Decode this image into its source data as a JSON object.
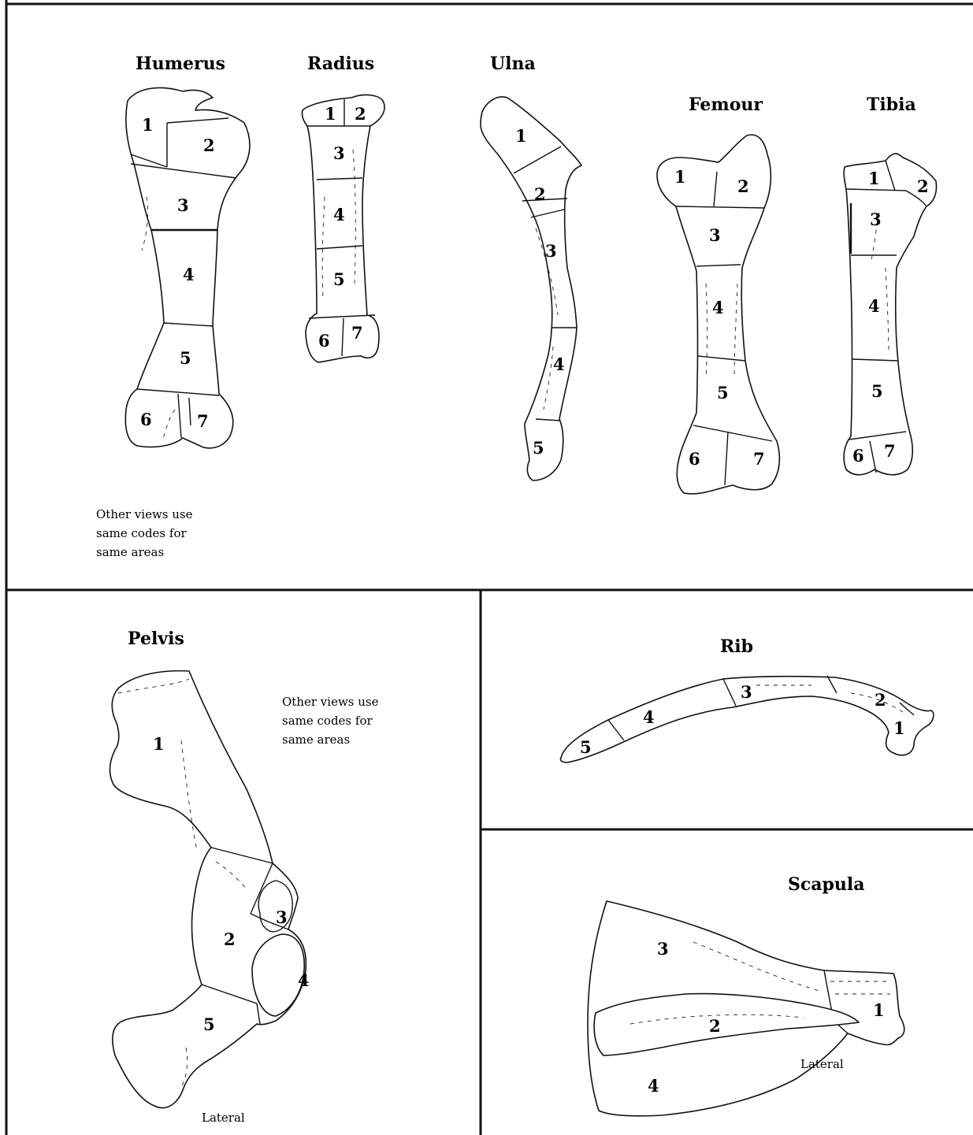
{
  "panels": {
    "long_bones": {
      "bones": [
        {
          "name": "Humerus",
          "zones": [
            "1",
            "2",
            "3",
            "4",
            "5",
            "6",
            "7"
          ]
        },
        {
          "name": "Radius",
          "zones": [
            "1",
            "2",
            "3",
            "4",
            "5",
            "6",
            "7"
          ]
        },
        {
          "name": "Ulna",
          "zones": [
            "1",
            "2",
            "3",
            "4",
            "5"
          ]
        },
        {
          "name": "Femour",
          "zones": [
            "1",
            "2",
            "3",
            "4",
            "5",
            "6",
            "7"
          ]
        },
        {
          "name": "Tibia",
          "zones": [
            "1",
            "2",
            "3",
            "4",
            "5",
            "6",
            "7"
          ]
        }
      ],
      "note": [
        "Other views use",
        "same codes for",
        "same areas"
      ]
    },
    "pelvis": {
      "title": "Pelvis",
      "zones": [
        "1",
        "2",
        "3",
        "4",
        "5"
      ],
      "note": [
        "Other views use",
        "same codes for",
        "same areas"
      ],
      "view_label": "Lateral"
    },
    "rib": {
      "title": "Rib",
      "zones": [
        "1",
        "2",
        "3",
        "4",
        "5"
      ]
    },
    "scapula": {
      "title": "Scapula",
      "zones": [
        "1",
        "2",
        "3",
        "4"
      ],
      "view_label": "Lateral"
    }
  }
}
